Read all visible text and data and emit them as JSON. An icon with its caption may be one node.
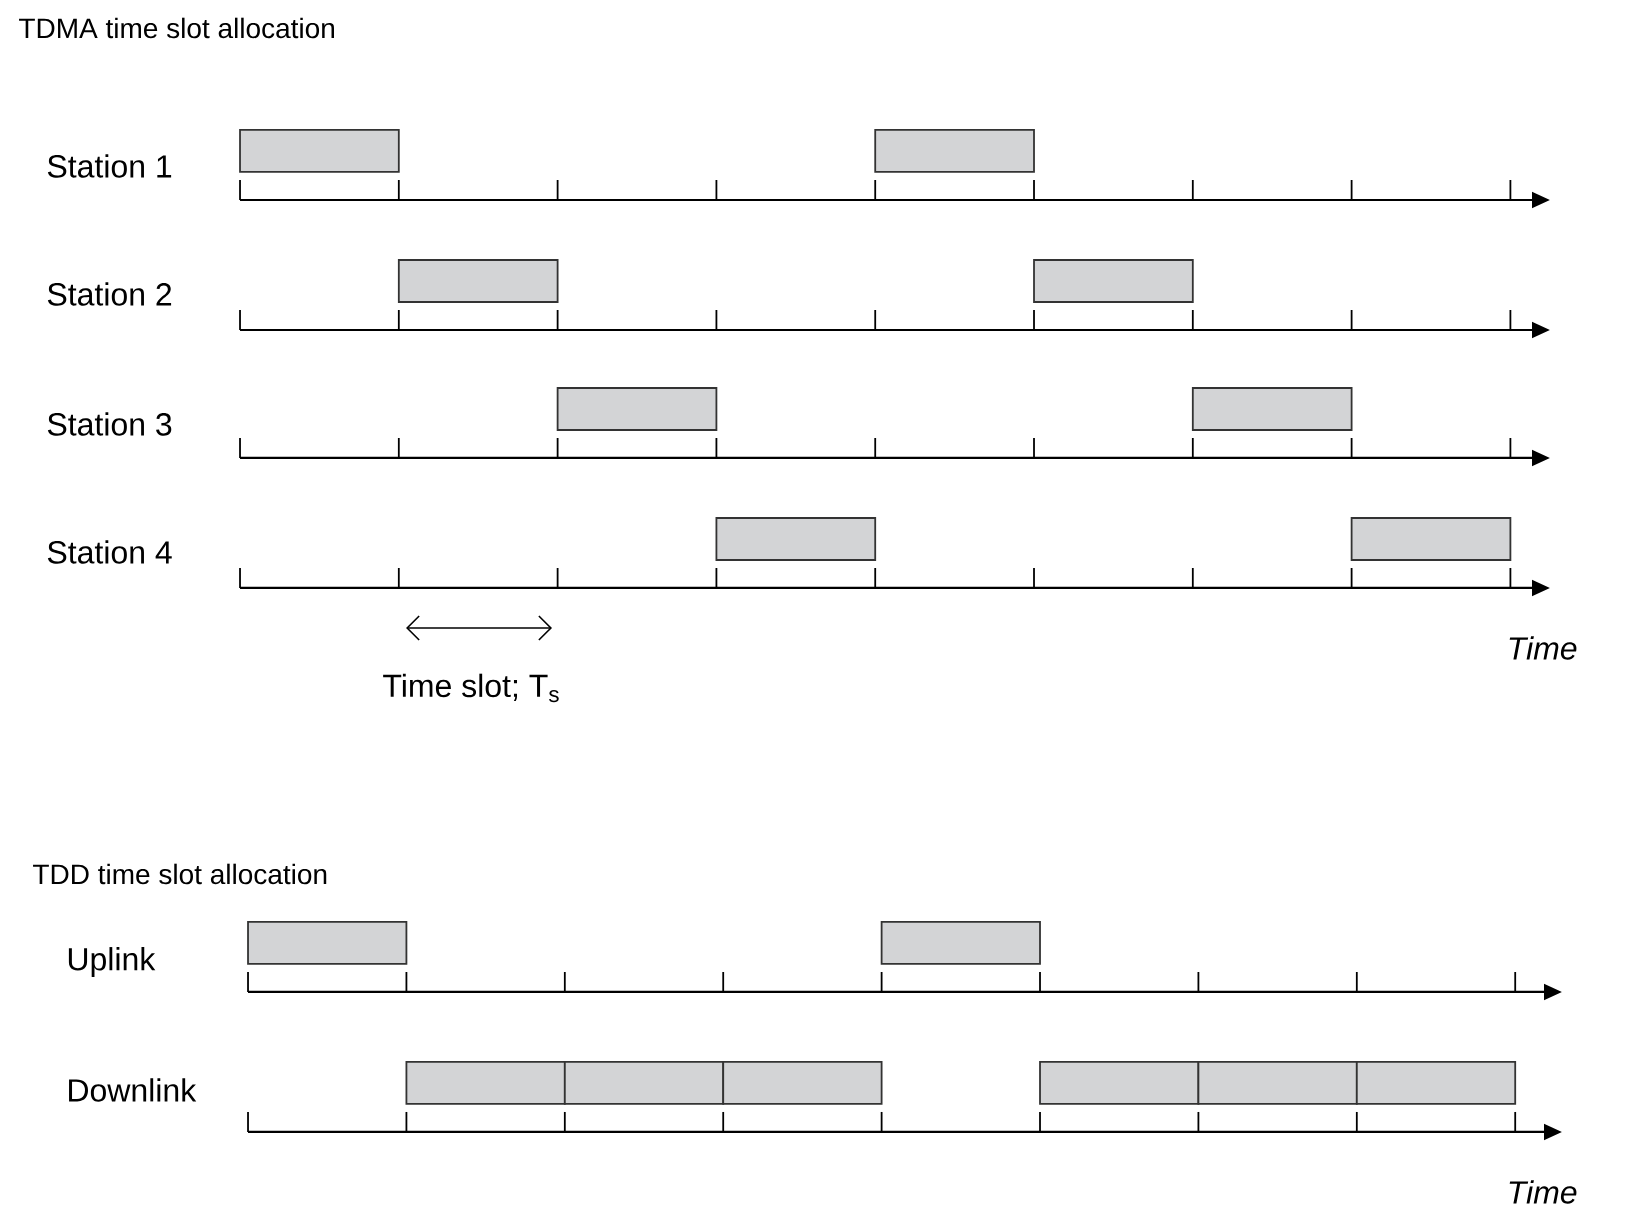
{
  "diagram": {
    "labels": [
      "TDMA time slot allocation",
      "Station 1",
      "Station 2",
      "Station 3",
      "Station 4",
      "Time slot; T$_{s}$",
      "Time",
      "TDD time slot allocation",
      "Uplink",
      "Downlink",
      "Time"
    ]
  }
}
